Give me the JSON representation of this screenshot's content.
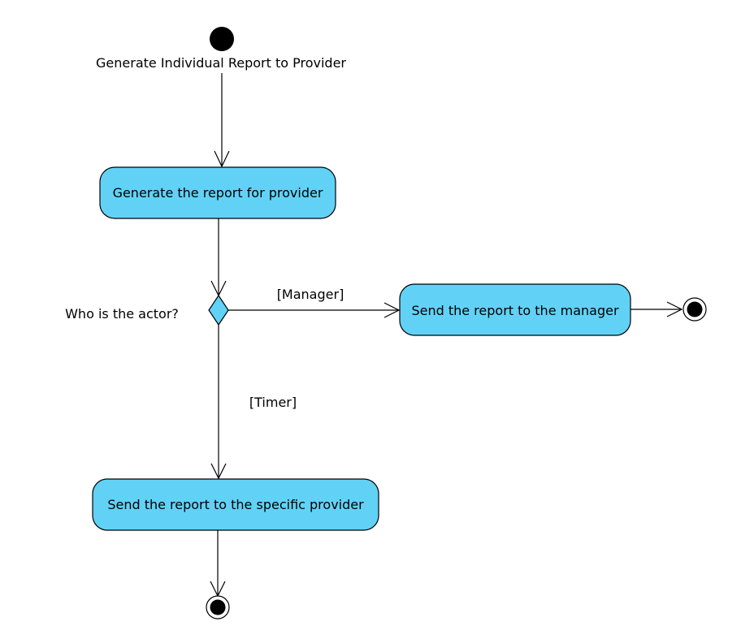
{
  "colors": {
    "activity_fill": "#61d2f5",
    "stroke": "#000000",
    "background": "#ffffff"
  },
  "diagram": {
    "title": "Generate Individual Report to Provider",
    "activities": {
      "generate": "Generate the report for provider",
      "send_manager": "Send the report to the manager",
      "send_provider": "Send the report to the specific provider"
    },
    "decision": {
      "label": "Who is the actor?"
    },
    "guards": {
      "manager": "[Manager]",
      "timer": "[Timer]"
    },
    "nodes": [
      "initial-node",
      "final-node-manager",
      "final-node-provider"
    ]
  }
}
